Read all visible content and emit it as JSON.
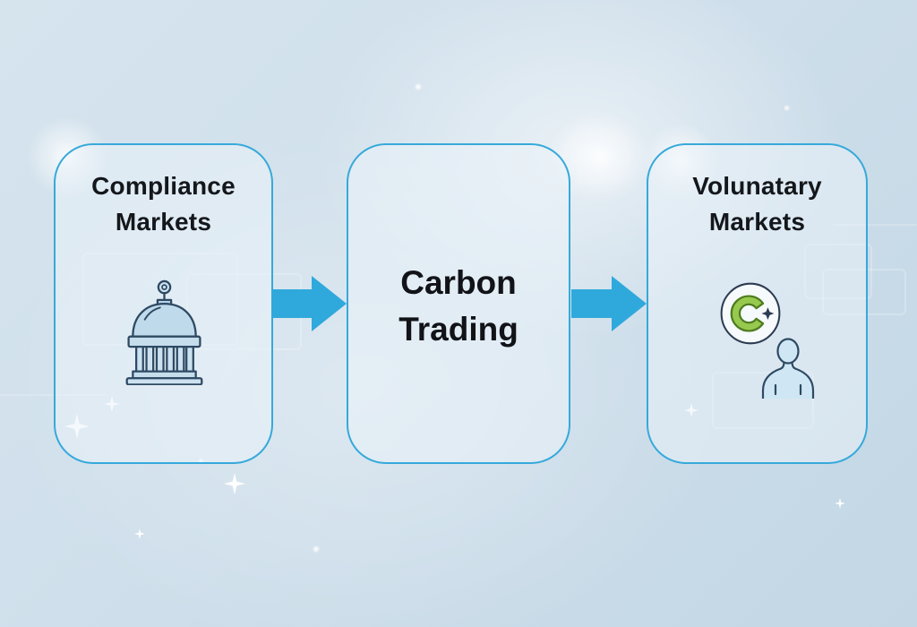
{
  "diagram": {
    "cards": {
      "left": {
        "name": "compliance-markets",
        "line1": "Compliance",
        "line2": "Markets",
        "icon": "government-building-icon"
      },
      "center": {
        "name": "carbon-trading",
        "line1": "Carbon",
        "line2": "Trading"
      },
      "right": {
        "name": "voluntary-markets",
        "line1": "Volunatary",
        "line2": "Markets",
        "icons": [
          "carbon-credit-icon",
          "person-icon"
        ]
      }
    },
    "arrows": [
      {
        "direction": "right"
      },
      {
        "direction": "right"
      }
    ],
    "colors": {
      "accent_cyan": "#2fa9dc",
      "card_border": "#36a9da",
      "title_text": "#14171b",
      "icon_outline": "#2e4a63",
      "icon_fill": "#c4ddec",
      "credit_green": "#97c94e",
      "credit_green_dark": "#4d7c1f",
      "background_blue": "#cddeea"
    }
  }
}
